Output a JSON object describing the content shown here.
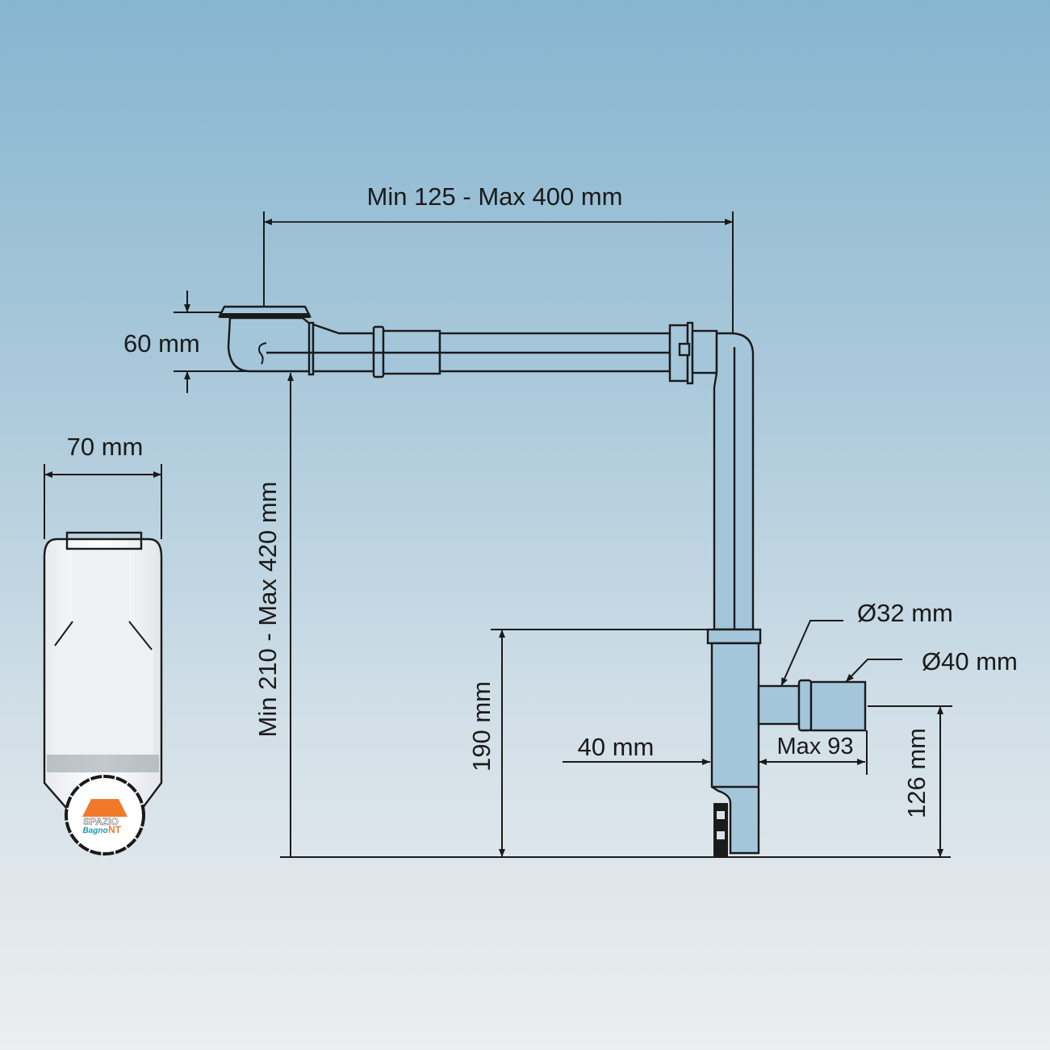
{
  "dimensions": {
    "width_range": "Min 125 - Max 400 mm",
    "height_head": "60 mm",
    "side_width": "70 mm",
    "height_range": "Min 210 - Max 420 mm",
    "trap_height": "190 mm",
    "trap_width": "40 mm",
    "outlet_diameter_small": "Ø32 mm",
    "outlet_diameter_large": "Ø40 mm",
    "outlet_length": "Max 93",
    "outlet_height": "126 mm"
  },
  "logo": {
    "line1": "SPAZIO",
    "line2": "Bagno",
    "line3": "NT"
  },
  "colors": {
    "line": "#1a1a1a",
    "logo_orange": "#f07a2a",
    "logo_teal": "#1a9ab0"
  }
}
